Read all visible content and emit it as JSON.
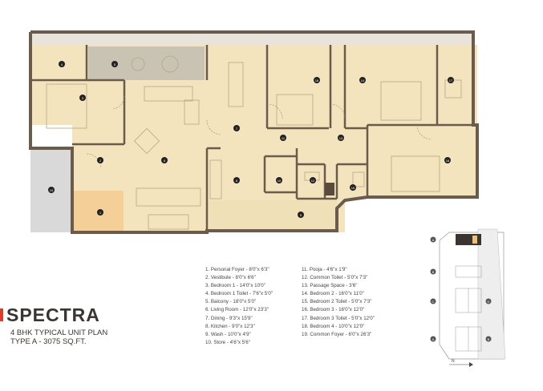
{
  "brand": {
    "name": "SPECTRA"
  },
  "plan_title": {
    "line1": "4 BHK TYPICAL UNIT PLAN",
    "line2": "TYPE A - 3075 SQ.FT."
  },
  "legend": [
    "1.   Personal Foyer - 8'0\"x 6'3\"",
    "2.   Vestibule - 8'0\"x 6'6\"",
    "3.   Bedroom 1 - 14'0\"x 10'0\"",
    "4.   Bedroom 1 Toilet - 7'6\"x 5'0\"",
    "5.   Balcony - 18'0\"x 5'0\"",
    "6.   Living Room - 12'0\"x 23'3\"",
    "7.   Dining - 9'3\"x 15'9\"",
    "8.   Kitchen - 9'0\"x 12'3\"",
    "9.   Wash - 10'0\"x 4'9\"",
    "10. Store - 4'6\"x 5'6\"",
    "11. Pooja - 4'6\"x 1'9\"",
    "12. Common Toilet - 5'0\"x 7'3\"",
    "13. Passage Space - 3'6\"",
    "14. Bedroom 2 - 16'0\"x 11'0\"",
    "15. Bedroom 2 Toilet - 5'0\"x 7'3\"",
    "16. Bedroom 3 - 16'0\"x 12'0\"",
    "17. Bedroom 3 Toilet - 5'0\"x 12'0\"",
    "18. Bedroom 4 - 10'0\"x 12'0\"",
    "19. Common Foyer - 6'0\"x 26'3\""
  ],
  "room_markers": [
    "1",
    "2",
    "3",
    "4",
    "5",
    "6",
    "7",
    "8",
    "9",
    "10",
    "11",
    "12",
    "13",
    "14",
    "15",
    "16",
    "17",
    "18",
    "19"
  ],
  "keyplan": {
    "labels": [
      "A",
      "B",
      "C",
      "D",
      "A",
      "B"
    ],
    "north": "N"
  },
  "colors": {
    "floor": "#f3e4be",
    "wall": "#6b5b4b",
    "balcony": "#c9c3b3",
    "brand_accent": "#e23b2e",
    "foyer": "#d9d9d9"
  }
}
